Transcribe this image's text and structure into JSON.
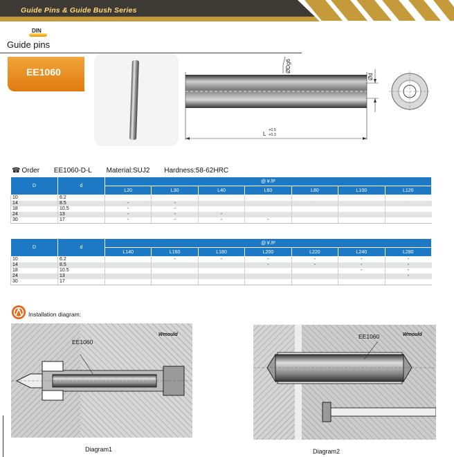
{
  "header": {
    "series_title": "Guide Pins & Guide Bush Series"
  },
  "badge": {
    "standard": "DIN"
  },
  "section": {
    "title": "Guide pins"
  },
  "product": {
    "code": "EE1060"
  },
  "drawing": {
    "outer_dia": "ØDg6",
    "inner_dia": "Ød",
    "length": "L",
    "tol_upper": "+0.5",
    "tol_lower": "+0.3"
  },
  "order": {
    "label": "Order",
    "code": "EE1060-D-L",
    "material": "Material:SUJ2",
    "hardness": "Hardness:58-62HRC"
  },
  "table1": {
    "col_D": "D",
    "col_d": "d",
    "price_header": "@￥/P",
    "lengths": [
      "L20",
      "L30",
      "L40",
      "L60",
      "L80",
      "L100",
      "L120"
    ],
    "rows": [
      {
        "D": "10",
        "d": "6.2",
        "vals": [
          "",
          "",
          "",
          "",
          "",
          "",
          ""
        ]
      },
      {
        "D": "14",
        "d": "8.5",
        "vals": [
          "-",
          "-",
          "",
          "",
          "",
          "",
          ""
        ]
      },
      {
        "D": "18",
        "d": "10.5",
        "vals": [
          "-",
          "-",
          "",
          "",
          "",
          "",
          ""
        ]
      },
      {
        "D": "24",
        "d": "13",
        "vals": [
          "-",
          "-",
          "-",
          "",
          "",
          "",
          ""
        ]
      },
      {
        "D": "30",
        "d": "17",
        "vals": [
          "-",
          "-",
          "-",
          "-",
          "",
          "",
          ""
        ]
      }
    ]
  },
  "table2": {
    "col_D": "D",
    "col_d": "d",
    "price_header": "@￥/P",
    "lengths": [
      "L140",
      "L160",
      "L180",
      "L200",
      "L220",
      "L240",
      "L280"
    ],
    "rows": [
      {
        "D": "10",
        "d": "6.2",
        "vals": [
          "",
          "-",
          "-",
          "-",
          "-",
          "-",
          "-"
        ]
      },
      {
        "D": "14",
        "d": "8.5",
        "vals": [
          "",
          "",
          "",
          "-",
          "-",
          "-",
          "-"
        ]
      },
      {
        "D": "18",
        "d": "10.5",
        "vals": [
          "",
          "",
          "",
          "",
          "",
          "-",
          "-"
        ]
      },
      {
        "D": "24",
        "d": "13",
        "vals": [
          "",
          "",
          "",
          "",
          "",
          "",
          "-"
        ]
      },
      {
        "D": "30",
        "d": "17",
        "vals": [
          "",
          "",
          "",
          "",
          "",
          "",
          ""
        ]
      }
    ]
  },
  "install": {
    "label": "Installation diagram:"
  },
  "diagram1": {
    "part_label": "EE1060",
    "brand": "Wmould",
    "caption": "Diagram1"
  },
  "diagram2": {
    "part_label": "EE1060",
    "brand": "Wmould",
    "caption": "Diagram2"
  },
  "colors": {
    "table_header": "#1e79c5",
    "accent_orange": "#e88a1f",
    "banner_dark": "#3d3a36",
    "banner_gold": "#c59a3a"
  }
}
